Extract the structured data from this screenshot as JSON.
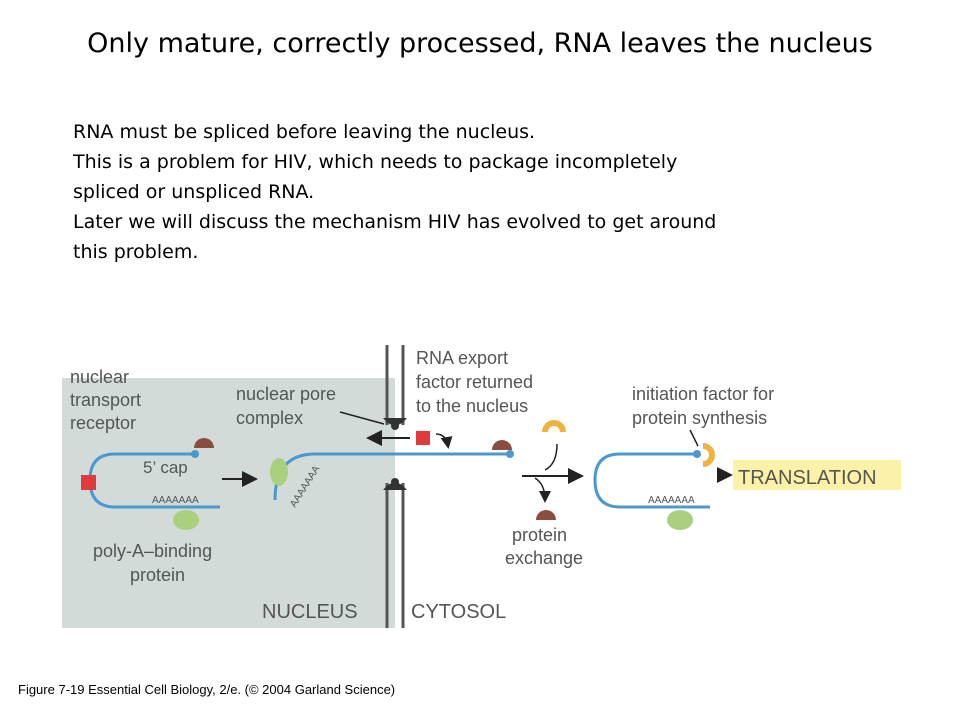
{
  "title": "Only mature, correctly processed, RNA leaves the nucleus",
  "bullets": [
    "RNA must be spliced before leaving the nucleus.",
    "This is a problem for HIV, which needs to package incompletely",
    "spliced or unspliced RNA.",
    "Later we will discuss the mechanism HIV has evolved to get around",
    "this problem."
  ],
  "figure": {
    "labels": {
      "nuclear_transport_receptor": [
        "nuclear",
        "transport",
        "receptor"
      ],
      "five_prime_cap": "5’ cap",
      "poly_a_tail": "AAAAAAA",
      "poly_a_binding_protein": [
        "poly-A–binding",
        "protein"
      ],
      "nuclear_pore_complex": [
        "nuclear pore",
        "complex"
      ],
      "rna_export_factor": [
        "RNA export",
        "factor returned",
        "to the nucleus"
      ],
      "initiation_factor": [
        "initiation factor for",
        "protein synthesis"
      ],
      "protein_exchange": [
        "protein",
        "exchange"
      ],
      "translation": "TRANSLATION",
      "nucleus": "NUCLEUS",
      "cytosol": "CYTOSOL"
    },
    "colors": {
      "nucleus_bg": "#d3dbd8",
      "rna_line": "#4a98cf",
      "receptor": "#e03a3a",
      "cap_protein": "#8a4e3e",
      "pab_protein": "#a9d07c",
      "initiation_factor": "#f2b23c",
      "translation_highlight": "#fbf1a7"
    }
  },
  "caption": "Figure 7-19  Essential Cell Biology, 2/e. (© 2004 Garland Science)"
}
